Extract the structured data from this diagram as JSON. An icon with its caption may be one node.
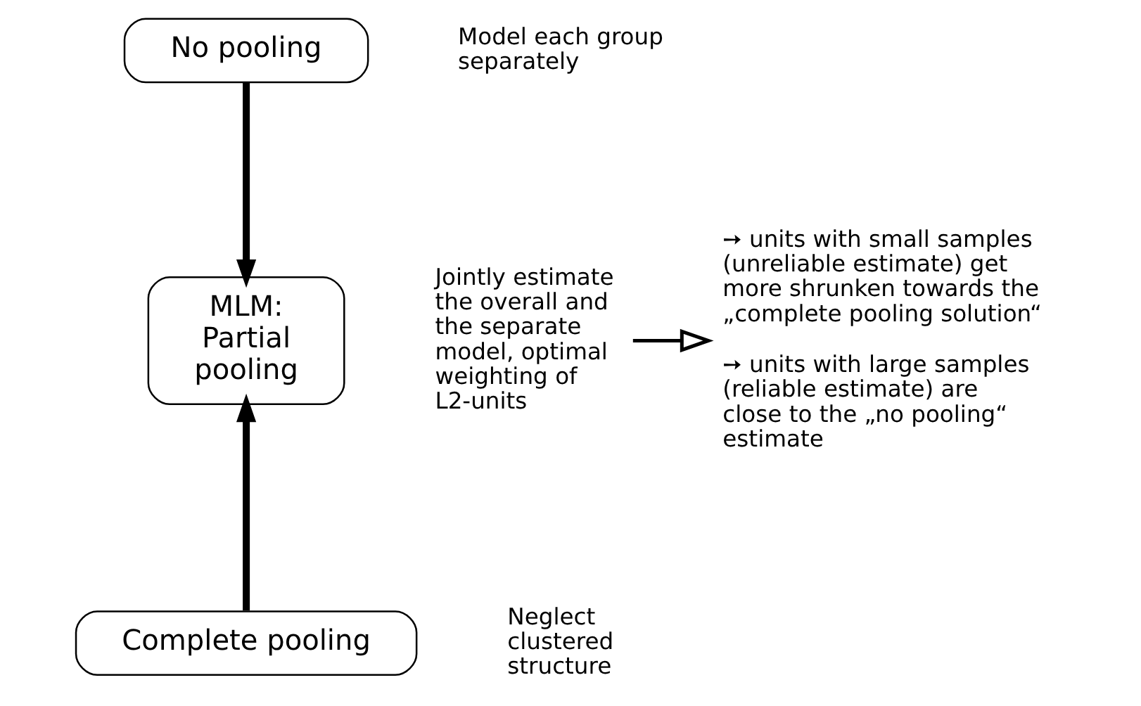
{
  "diagram": {
    "nodes": [
      {
        "text": [
          "No pooling"
        ],
        "beside": [
          "Model each group separately"
        ]
      },
      {
        "text": [
          "MLM: Partial pooling"
        ]
      },
      {
        "text": [
          "Complete pooling"
        ],
        "beside": [
          "Neglect clustered structure"
        ]
      },
      {
        "text": [
          "Jointly estimate the overall and the separate model, optimal weighting of L2-units"
        ]
      },
      {
        "text": [
          "➙ units with small samples (unreliable estimate) get more shrunken towards the „complete pooling solution“",
          "➙ units with large samples (reliable estimate) are close to the „no pooling“ estimate"
        ]
      }
    ],
    "edges": [
      {
        "from": 0,
        "to": 1,
        "arrow": "to"
      },
      {
        "from": 2,
        "to": 1,
        "arrow": "to"
      },
      {
        "from": 3,
        "to": 4,
        "arrow": "to"
      }
    ]
  }
}
